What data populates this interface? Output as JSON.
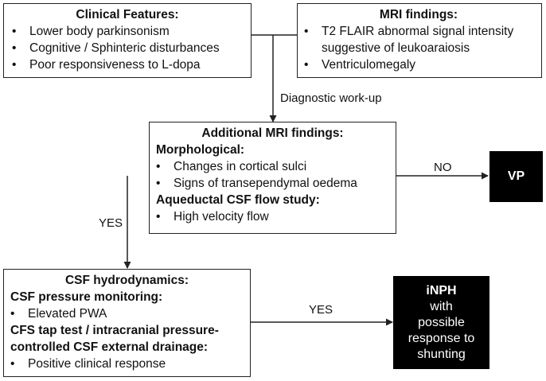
{
  "clinical": {
    "title": "Clinical Features:",
    "items": [
      "Lower body parkinsonism",
      "Cognitive / Sphinteric disturbances",
      "Poor responsiveness to L-dopa"
    ]
  },
  "mri": {
    "title": "MRI findings:",
    "items": [
      "T2 FLAIR abnormal signal intensity suggestive of leukoaraiosis",
      "Ventriculomegaly"
    ]
  },
  "edge_labels": {
    "diagnostic": "Diagnostic work-up",
    "no": "NO",
    "yes_down": "YES",
    "yes_right": "YES"
  },
  "additional": {
    "title": "Additional MRI findings:",
    "morph_heading": "Morphological:",
    "morph_items": [
      "Changes in cortical sulci",
      "Signs of transependymal oedema"
    ],
    "flow_heading": "Aqueductal CSF flow study:",
    "flow_items": [
      "High velocity flow"
    ]
  },
  "vp": {
    "label": "VP"
  },
  "csf": {
    "title": "CSF hydrodynamics:",
    "pressure_heading": "CSF pressure monitoring:",
    "pressure_items": [
      "Elevated PWA"
    ],
    "tap_heading": "CFS tap test / intracranial pressure-controlled CSF external drainage:",
    "tap_items": [
      "Positive clinical response"
    ]
  },
  "inph": {
    "title": "iNPH",
    "lines": [
      "with",
      "possible",
      "response to",
      "shunting"
    ]
  },
  "colors": {
    "line": "#222222",
    "terminal_bg": "#000000",
    "terminal_text": "#ffffff"
  }
}
